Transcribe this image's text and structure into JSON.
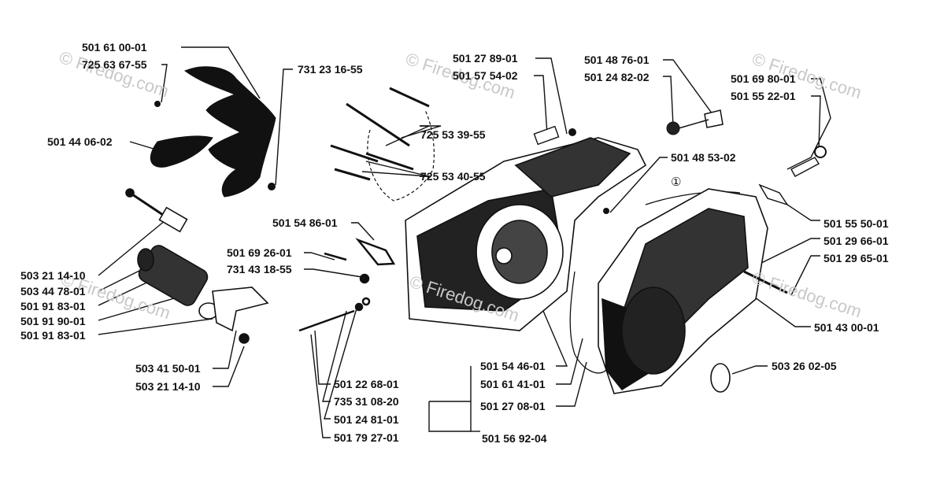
{
  "colors": {
    "ink": "#111111",
    "watermark": "#c8c8c8",
    "background": "#ffffff"
  },
  "watermark": "© Firedog.com",
  "reference_mark": "①",
  "labels": [
    "501 61 00-01",
    "725 63 67-55",
    "731 23 16-55",
    "501 44 06-02",
    "501 27 89-01",
    "501 57 54-02",
    "725 53 39-55",
    "725 53 40-55",
    "501 48 76-01",
    "501 24 82-02",
    "501 69 80-01",
    "501 55 22-01",
    "501 48 53-02",
    "501 54 86-01",
    "501 69 26-01",
    "731 43 18-55",
    "503 21 14-10",
    "503 44 78-01",
    "501 91 83-01",
    "501 91 90-01",
    "501 91 83-01",
    "503 41 50-01",
    "503 21 14-10",
    "501 22 68-01",
    "735 31 08-20",
    "501 24 81-01",
    "501 79 27-01",
    "501 54 46-01",
    "501 61 41-01",
    "501 27 08-01",
    "501 56 92-04",
    "501 55 50-01",
    "501 29 66-01",
    "501 29 65-01",
    "501 43 00-01",
    "503 26 02-05"
  ]
}
